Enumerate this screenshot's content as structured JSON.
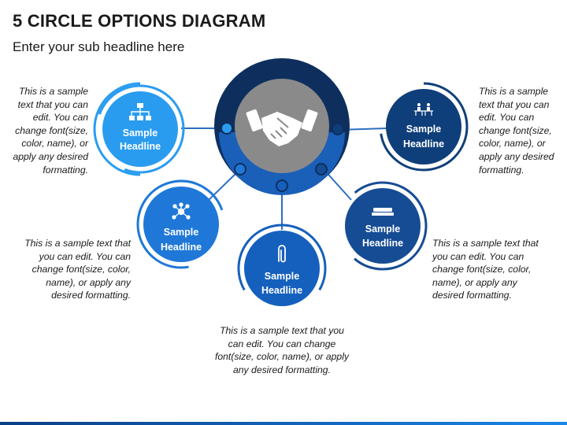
{
  "title": "5 CIRCLE OPTIONS DIAGRAM",
  "subtitle": "Enter your sub headline here",
  "center": {
    "icon": "handshake-icon"
  },
  "options": [
    {
      "id": "option-1",
      "line1": "Sample",
      "line2": "Headline",
      "icon": "org-chart-icon",
      "color": "#2a9cf0",
      "text": "This is a sample text that you can edit. You can change font(size, color, name), or apply any desired formatting."
    },
    {
      "id": "option-2",
      "line1": "Sample",
      "line2": "Headline",
      "icon": "network-icon",
      "color": "#1f78d8",
      "text": "This is a sample text that you can edit. You can change font(size, color, name), or apply any desired formatting."
    },
    {
      "id": "option-3",
      "line1": "Sample",
      "line2": "Headline",
      "icon": "paperclip-icon",
      "color": "#1560bd",
      "text": "This is a sample text that you can edit. You can change font(size, color, name), or apply any desired formatting."
    },
    {
      "id": "option-4",
      "line1": "Sample",
      "line2": "Headline",
      "icon": "stapler-icon",
      "color": "#164c94",
      "text": "This is a sample text that you can edit. You can change font(size, color, name), or apply any desired formatting."
    },
    {
      "id": "option-5",
      "line1": "Sample",
      "line2": "Headline",
      "icon": "meeting-icon",
      "color": "#0f3f7a",
      "text": "This is a sample text that you can edit. You can change font(size, color, name), or apply any desired formatting."
    }
  ]
}
